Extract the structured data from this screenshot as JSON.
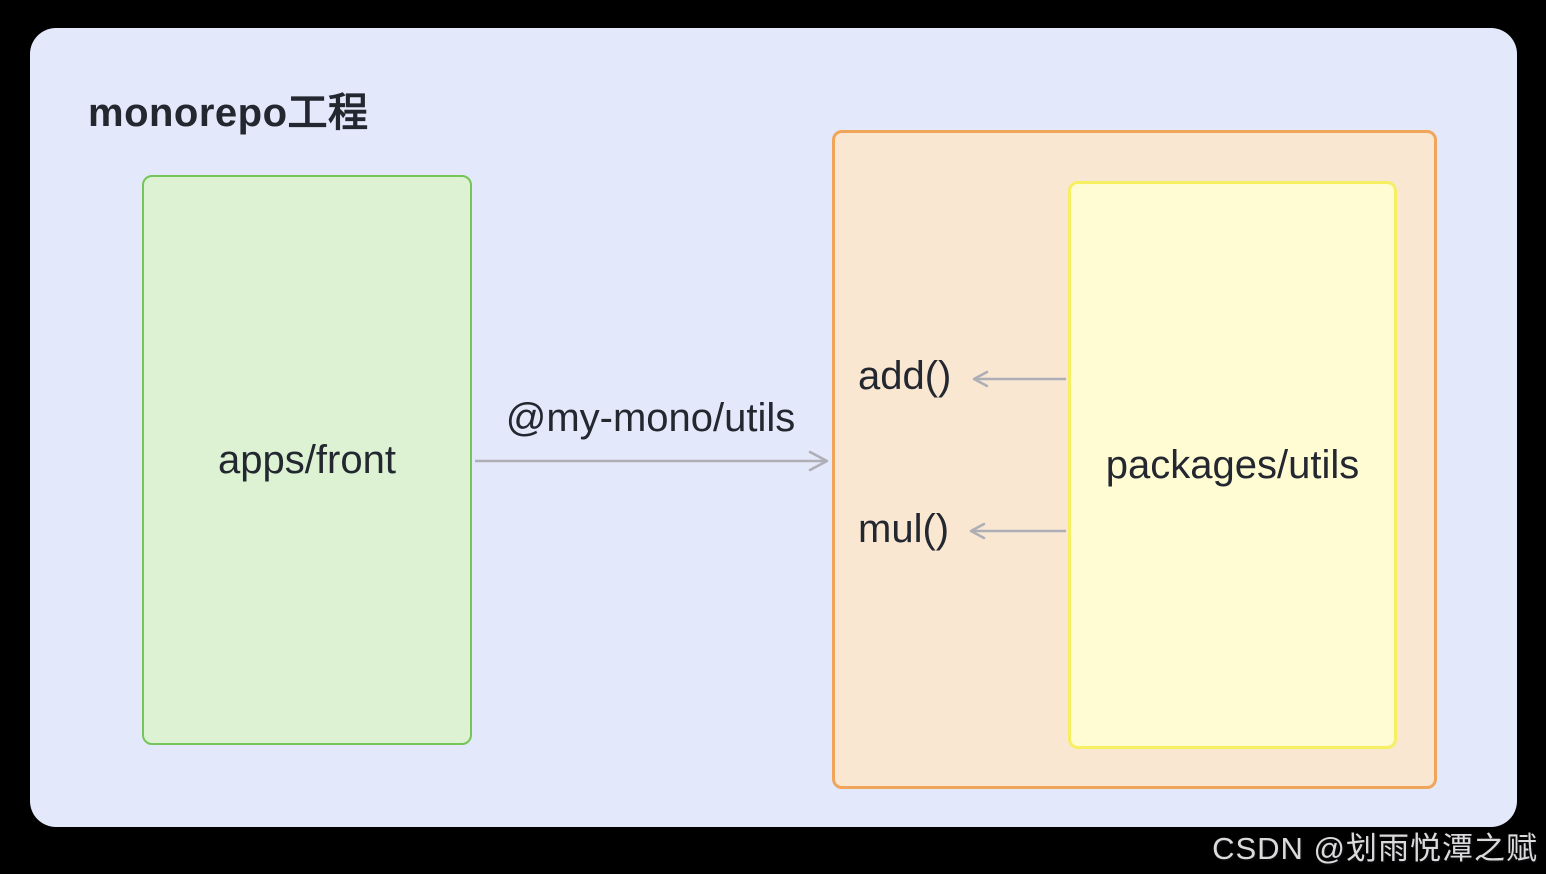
{
  "page": {
    "background_color": "#000000",
    "panel_color": "#e3e8fa",
    "text_color": "#23272f"
  },
  "diagram": {
    "title": "monorepo工程",
    "nodes": {
      "apps_front": {
        "label": "apps/front",
        "fill": "#dcf2d3",
        "border": "#75c55a"
      },
      "packages_container": {
        "fill": "#f9e7d1",
        "border": "#f0a55b",
        "functions": {
          "add": {
            "label": "add()"
          },
          "mul": {
            "label": "mul()"
          }
        }
      },
      "packages_utils": {
        "label": "packages/utils",
        "fill": "#fffbd3",
        "border": "#f7ef62"
      }
    },
    "edges": {
      "color": "#aeaeb6",
      "import_edge": {
        "label": "@my-mono/utils"
      }
    }
  },
  "watermark": {
    "text": "CSDN @划雨悦潭之赋"
  }
}
